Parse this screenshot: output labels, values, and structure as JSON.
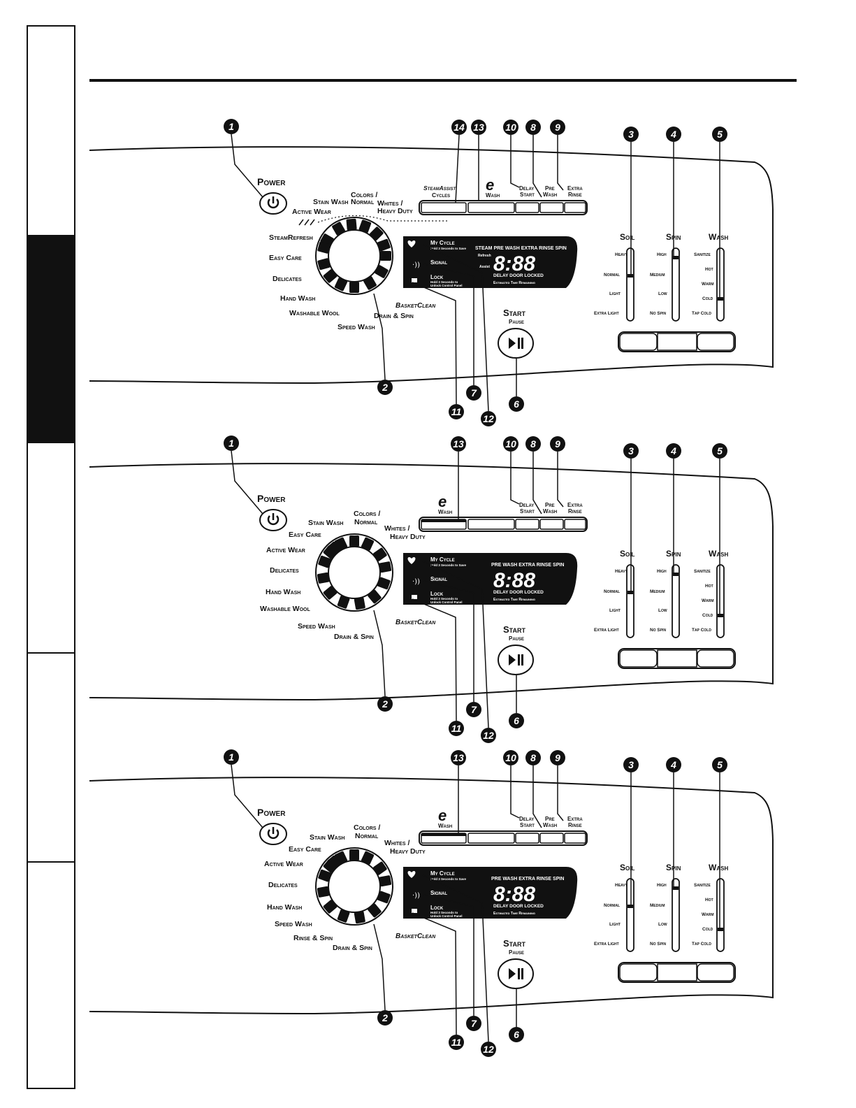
{
  "callouts": {
    "c1": "1",
    "c2": "2",
    "c3": "3",
    "c4": "4",
    "c5": "5",
    "c6": "6",
    "c7": "7",
    "c8": "8",
    "c9": "9",
    "c10": "10",
    "c11": "11",
    "c12": "12",
    "c13": "13",
    "c14": "14"
  },
  "common": {
    "power": "Power",
    "start": "Start",
    "pause": "Pause",
    "ewash_e": "e",
    "ewash": "Wash",
    "delay": "Delay",
    "start_small": "Start",
    "pre": "Pre",
    "wash_small": "Wash",
    "extra": "Extra",
    "rinse": "Rinse",
    "my_cycle": "My Cycle",
    "my_cycle_sub": "Hold 3 Seconds to Save",
    "signal": "Signal",
    "lock": "Lock",
    "lock_sub1": "Hold 3 Seconds to",
    "lock_sub2": "Unlock Control Panel",
    "digits": "8:88",
    "delay_door_locked": "DELAY DOOR LOCKED",
    "est_time": "Estimated Time Remaining",
    "basket_clean": "BasketClean",
    "soil": "Soil",
    "spin": "Spin",
    "wash": "Wash",
    "soil_levels": [
      "Heavy",
      "Normal",
      "Light",
      "Extra Light"
    ],
    "spin_levels": [
      "High",
      "Medium",
      "Low",
      "No Spin"
    ],
    "wash_levels": [
      "Sanitize",
      "Hot",
      "Warm",
      "Cold",
      "Tap Cold"
    ]
  },
  "panel1": {
    "steam_assist": "SteamAssist",
    "cycles": "Cycles",
    "display_header": "STEAM PRE WASH EXTRA RINSE SPIN",
    "refresh": "Refresh",
    "assist": "Assist",
    "cycles_list": {
      "stain_wash": "Stain Wash",
      "colors": "Colors /",
      "normal": "Normal",
      "whites": "Whites /",
      "heavy_duty": "Heavy Duty",
      "active_wear": "Active Wear",
      "steam_refresh": "SteamRefresh",
      "easy_care": "Easy Care",
      "delicates": "Delicates",
      "hand_wash": "Hand Wash",
      "washable_wool": "Washable Wool",
      "speed_wash": "Speed Wash",
      "drain_spin": "Drain & Spin"
    }
  },
  "panel2": {
    "display_header": "PRE WASH EXTRA RINSE SPIN",
    "cycles_list": {
      "colors": "Colors /",
      "normal": "Normal",
      "stain_wash": "Stain Wash",
      "whites": "Whites /",
      "heavy_duty": "Heavy Duty",
      "easy_care": "Easy Care",
      "active_wear": "Active Wear",
      "delicates": "Delicates",
      "hand_wash": "Hand Wash",
      "washable_wool": "Washable Wool",
      "speed_wash": "Speed Wash",
      "drain_spin": "Drain & Spin"
    }
  },
  "panel3": {
    "display_header": "PRE WASH EXTRA RINSE SPIN",
    "cycles_list": {
      "colors": "Colors /",
      "normal": "Normal",
      "stain_wash": "Stain Wash",
      "whites": "Whites /",
      "heavy_duty": "Heavy Duty",
      "easy_care": "Easy Care",
      "active_wear": "Active Wear",
      "delicates": "Delicates",
      "hand_wash": "Hand Wash",
      "speed_wash": "Speed Wash",
      "rinse_spin": "Rinse & Spin",
      "drain_spin": "Drain & Spin"
    }
  }
}
